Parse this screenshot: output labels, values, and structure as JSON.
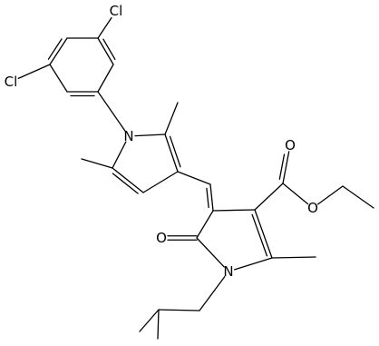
{
  "molecule": {
    "atom_labels": {
      "cl1": "Cl",
      "cl2": "Cl",
      "n_pyrrole": "N",
      "n_lactam": "N",
      "o_lactam": "O",
      "o_ester_carbonyl": "O",
      "o_ester_ether": "O"
    },
    "colors": {
      "bond": "#000000",
      "label": "#000000",
      "background": "#ffffff"
    }
  }
}
